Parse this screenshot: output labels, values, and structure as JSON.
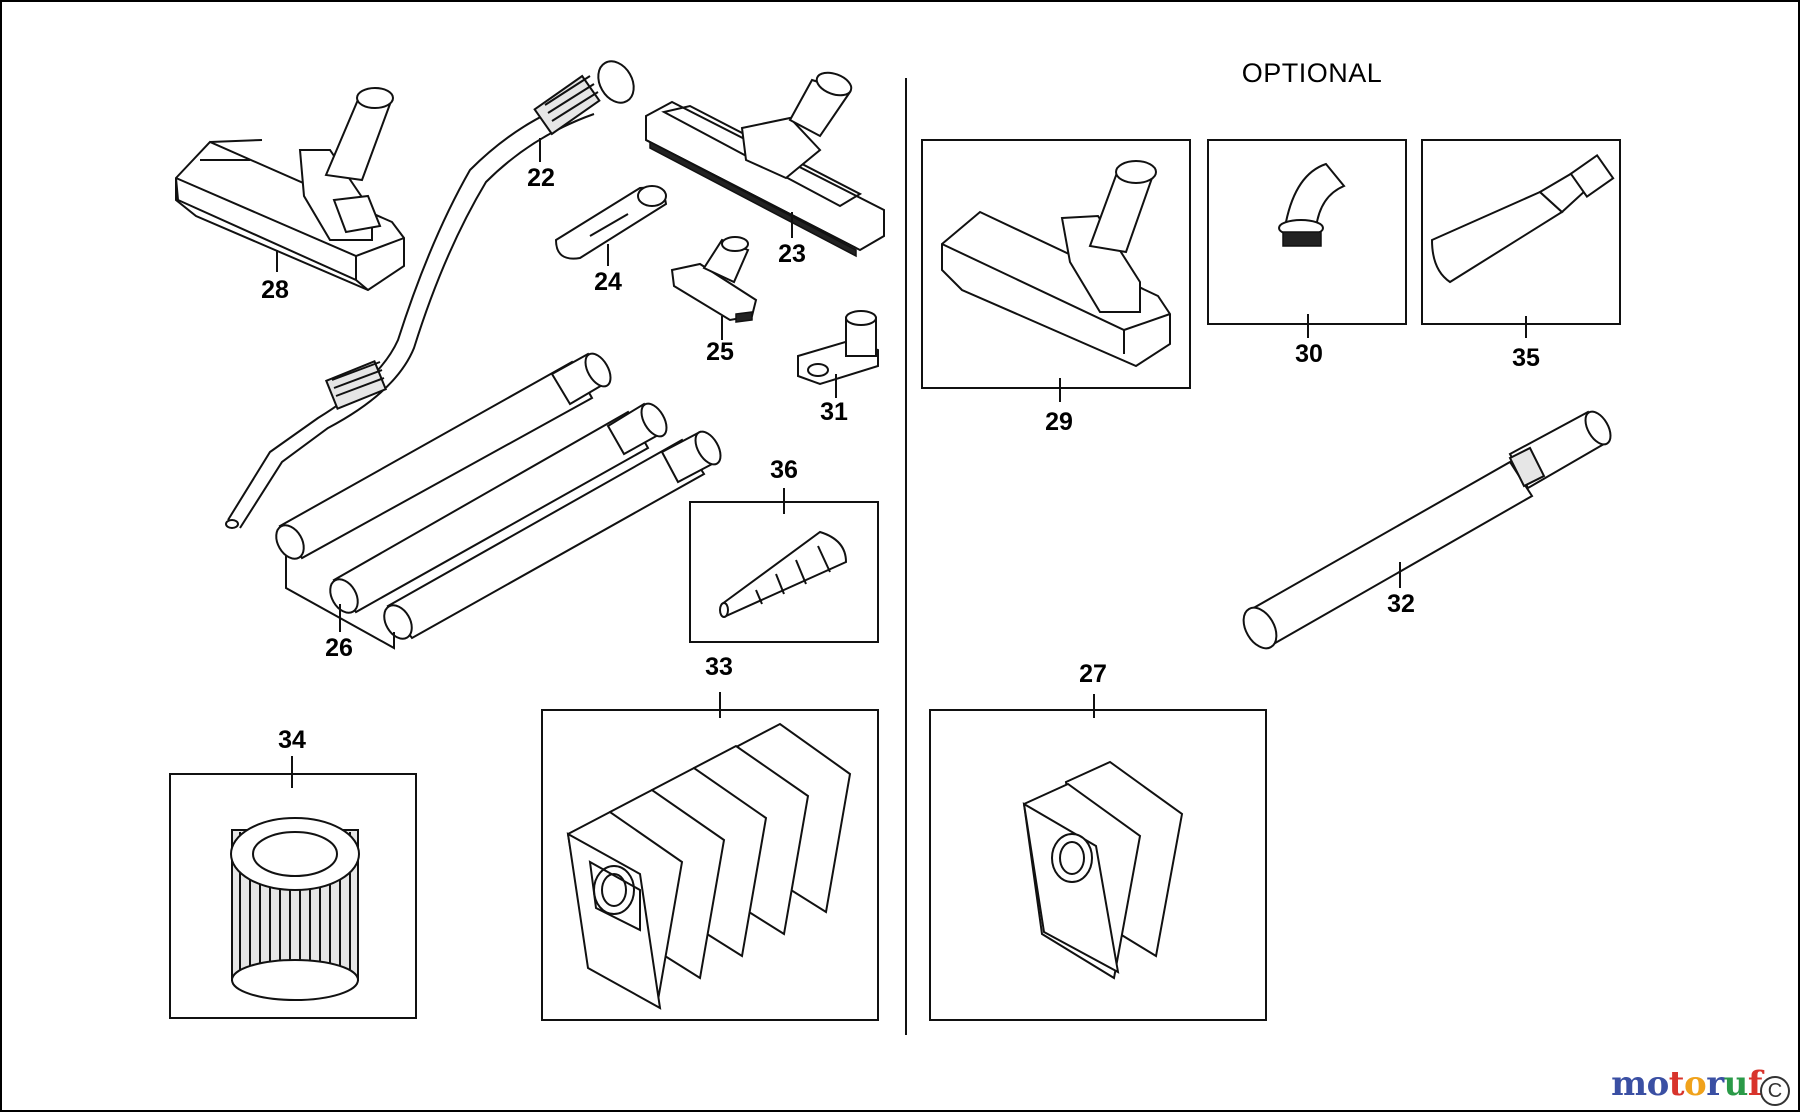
{
  "diagram": {
    "optional_heading": "OPTIONAL",
    "parts": [
      {
        "number": "28",
        "name": "floor nozzle"
      },
      {
        "number": "22",
        "name": "hose"
      },
      {
        "number": "23",
        "name": "wide floor nozzle"
      },
      {
        "number": "24",
        "name": "crevice tool"
      },
      {
        "number": "25",
        "name": "upholstery nozzle"
      },
      {
        "number": "31",
        "name": "adapter"
      },
      {
        "number": "26",
        "name": "extension tubes"
      },
      {
        "number": "36",
        "name": "stepped adapter"
      },
      {
        "number": "33",
        "name": "dust bags"
      },
      {
        "number": "34",
        "name": "cartridge filter"
      },
      {
        "number": "29",
        "name": "floor nozzle"
      },
      {
        "number": "30",
        "name": "round brush"
      },
      {
        "number": "35",
        "name": "crevice nozzle"
      },
      {
        "number": "32",
        "name": "telescopic tube"
      },
      {
        "number": "27",
        "name": "dust bags"
      }
    ],
    "watermark": {
      "letters": [
        "m",
        "o",
        "t",
        "o",
        "r",
        "u",
        "f"
      ],
      "colors": [
        "#3a4fa3",
        "#3a4fa3",
        "#d8342c",
        "#f0a21b",
        "#3a4fa3",
        "#2a9a48",
        "#d8342c"
      ]
    }
  }
}
